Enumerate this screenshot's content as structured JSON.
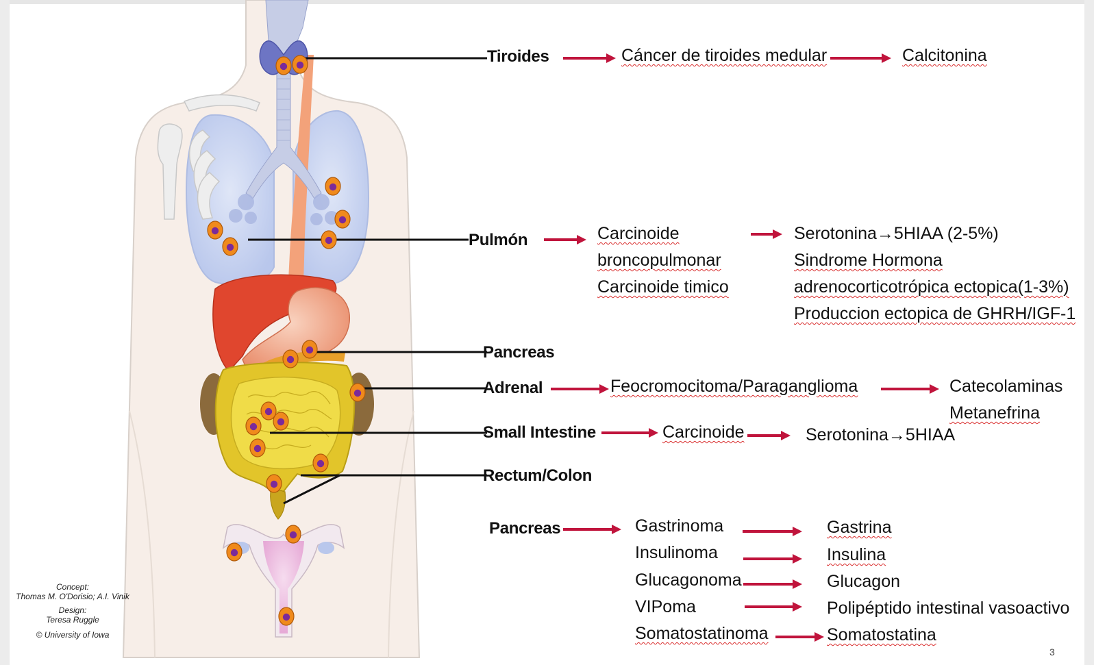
{
  "organs": {
    "tiroides": "Tiroides",
    "pulmon": "Pulmón",
    "pancreas_1": "Pancreas",
    "adrenal": "Adrenal",
    "small_intestine": "Small Intestine",
    "rectum_colon": "Rectum/Colon",
    "pancreas_2": "Pancreas"
  },
  "tiroides_row": {
    "tumor": "Cáncer de tiroides medular",
    "marker": "Calcitonina"
  },
  "pulmon_row": {
    "tumor_lines": [
      "Carcinoide",
      "broncopulmonar",
      "Carcinoide timico"
    ],
    "marker_lines": [
      "Serotonina→5HIAA (2-5%)",
      "Sindrome Hormona",
      "adrenocorticotrópica  ectopica(1-3%)",
      "Produccion ectopica de GHRH/IGF-1"
    ]
  },
  "adrenal_row": {
    "tumor": "Feocromocitoma/Paraganglioma",
    "marker_lines": [
      "Catecolaminas",
      "Metanefrina"
    ]
  },
  "small_intestine_row": {
    "tumor": "Carcinoide",
    "marker": "Serotonina→5HIAA"
  },
  "pancreas_rows": [
    {
      "tumor": "Gastrinoma",
      "marker": "Gastrina"
    },
    {
      "tumor": "Insulinoma",
      "marker": "Insulina"
    },
    {
      "tumor": "Glucagonoma",
      "marker": "Glucagon"
    },
    {
      "tumor": "VIPoma",
      "marker": "Polipéptido intestinal vasoactivo"
    },
    {
      "tumor": "Somatostatinoma",
      "marker": "Somatostatina"
    }
  ],
  "credits": {
    "concept_label": "Concept:",
    "concept_names": "Thomas M. O'Dorisio; A.I. Vinik",
    "design_label": "Design:",
    "design_name": "Teresa Ruggle",
    "copyright": "© University of Iowa"
  },
  "page_number": "3",
  "colors": {
    "arrow": "#c0143c",
    "leader_line": "#111111",
    "tumor_cell_outer": "#f08a1c",
    "tumor_cell_inner": "#7b2a9a",
    "lung": "#c9d6f1",
    "liver": "#e0462e",
    "intestine": "#e9d23a",
    "body_skin": "#f7eee8"
  }
}
